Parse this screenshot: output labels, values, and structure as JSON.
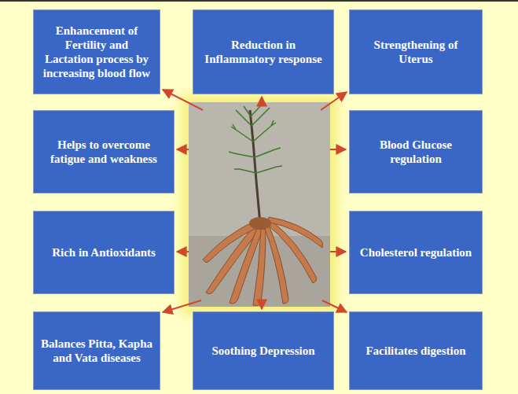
{
  "diagram": {
    "nodes": [
      {
        "text": [
          "Enhancement of Fertility and Lactation process by increasing blood flow"
        ]
      },
      {
        "text": [
          "Reduction in Inflammatory response"
        ]
      },
      {
        "text": [
          "Strengthening of Uterus"
        ]
      },
      {
        "text": [
          "Helps to overcome fatigue and weakness"
        ]
      },
      {
        "text": [
          "Blood Glucose regulation"
        ]
      },
      {
        "text": [
          "Rich in Antioxidants"
        ]
      },
      {
        "text": [
          "Cholesterol regulation"
        ]
      },
      {
        "text": [
          "Balances Pitta, Kapha and Vata diseases"
        ]
      },
      {
        "text": [
          "Soothing Depression"
        ]
      },
      {
        "text": [
          "Facilitates digestion"
        ]
      }
    ]
  }
}
